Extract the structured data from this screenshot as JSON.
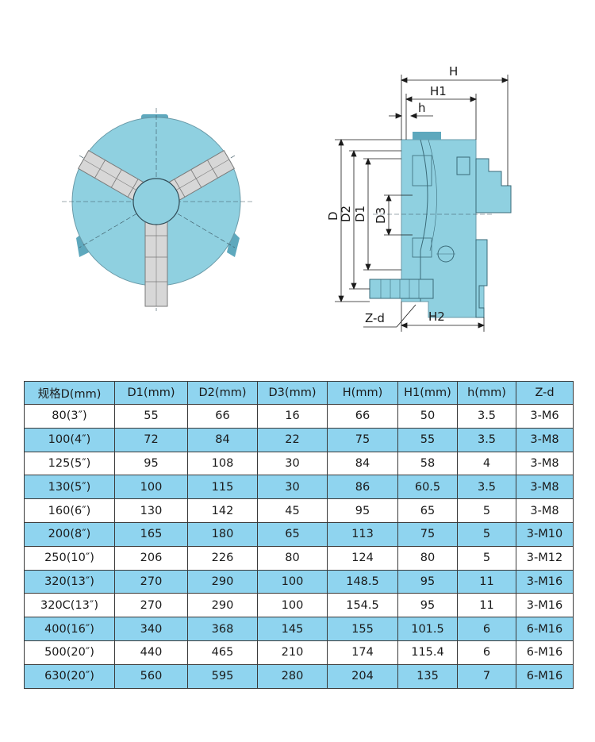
{
  "dimensions": {
    "H": "H",
    "H1": "H1",
    "h": "h",
    "H2": "H2",
    "D": "D",
    "D2": "D2",
    "D1": "D1",
    "D3": "D3",
    "Zd": "Z-d"
  },
  "colors": {
    "body": "#8fd0e0",
    "body_dark": "#5ea8bd",
    "jaw": "#d7d7d7",
    "table_header": "#8fd4ef",
    "table_alt_row": "#8fd4ef"
  },
  "table": {
    "headers": [
      "规格D(mm)",
      "D1(mm)",
      "D2(mm)",
      "D3(mm)",
      "H(mm)",
      "H1(mm)",
      "h(mm)",
      "Z-d"
    ],
    "rows": [
      [
        "80(3″)",
        "55",
        "66",
        "16",
        "66",
        "50",
        "3.5",
        "3-M6"
      ],
      [
        "100(4″)",
        "72",
        "84",
        "22",
        "75",
        "55",
        "3.5",
        "3-M8"
      ],
      [
        "125(5″)",
        "95",
        "108",
        "30",
        "84",
        "58",
        "4",
        "3-M8"
      ],
      [
        "130(5″)",
        "100",
        "115",
        "30",
        "86",
        "60.5",
        "3.5",
        "3-M8"
      ],
      [
        "160(6″)",
        "130",
        "142",
        "45",
        "95",
        "65",
        "5",
        "3-M8"
      ],
      [
        "200(8″)",
        "165",
        "180",
        "65",
        "113",
        "75",
        "5",
        "3-M10"
      ],
      [
        "250(10″)",
        "206",
        "226",
        "80",
        "124",
        "80",
        "5",
        "3-M12"
      ],
      [
        "320(13″)",
        "270",
        "290",
        "100",
        "148.5",
        "95",
        "11",
        "3-M16"
      ],
      [
        "320C(13″)",
        "270",
        "290",
        "100",
        "154.5",
        "95",
        "11",
        "3-M16"
      ],
      [
        "400(16″)",
        "340",
        "368",
        "145",
        "155",
        "101.5",
        "6",
        "6-M16"
      ],
      [
        "500(20″)",
        "440",
        "465",
        "210",
        "174",
        "115.4",
        "6",
        "6-M16"
      ],
      [
        "630(20″)",
        "560",
        "595",
        "280",
        "204",
        "135",
        "7",
        "6-M16"
      ]
    ]
  }
}
